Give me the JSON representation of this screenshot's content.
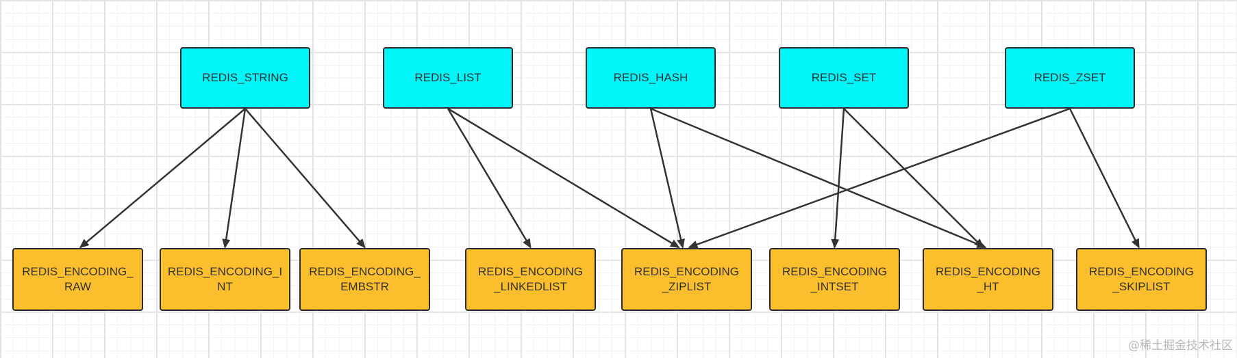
{
  "types": [
    {
      "id": "string",
      "label": "REDIS_STRING"
    },
    {
      "id": "list",
      "label": "REDIS_LIST"
    },
    {
      "id": "hash",
      "label": "REDIS_HASH"
    },
    {
      "id": "set",
      "label": "REDIS_SET"
    },
    {
      "id": "zset",
      "label": "REDIS_ZSET"
    }
  ],
  "encodings": [
    {
      "id": "raw",
      "line1": "REDIS_ENCODING_",
      "line2": "RAW"
    },
    {
      "id": "int",
      "line1": "REDIS_ENCODING_I",
      "line2": "NT"
    },
    {
      "id": "embstr",
      "line1": "REDIS_ENCODING_",
      "line2": "EMBSTR"
    },
    {
      "id": "linkedlist",
      "line1": "REDIS_ENCODING",
      "line2": "_LINKEDLIST"
    },
    {
      "id": "ziplist",
      "line1": "REDIS_ENCODING",
      "line2": "_ZIPLIST"
    },
    {
      "id": "intset",
      "line1": "REDIS_ENCODING",
      "line2": "_INTSET"
    },
    {
      "id": "ht",
      "line1": "REDIS_ENCODING",
      "line2": "_HT"
    },
    {
      "id": "skiplist",
      "line1": "REDIS_ENCODING",
      "line2": "_SKIPLIST"
    }
  ],
  "edges": [
    {
      "from": "string",
      "to": "raw"
    },
    {
      "from": "string",
      "to": "int"
    },
    {
      "from": "string",
      "to": "embstr"
    },
    {
      "from": "list",
      "to": "linkedlist"
    },
    {
      "from": "list",
      "to": "ziplist"
    },
    {
      "from": "hash",
      "to": "ziplist"
    },
    {
      "from": "hash",
      "to": "ht"
    },
    {
      "from": "set",
      "to": "intset"
    },
    {
      "from": "set",
      "to": "ht"
    },
    {
      "from": "zset",
      "to": "ziplist"
    },
    {
      "from": "zset",
      "to": "skiplist"
    }
  ],
  "colors": {
    "type_fill": "#00f6f8",
    "encoding_fill": "#fbbf2d",
    "border": "#2b2b2b",
    "edge": "#333333"
  },
  "watermark": "@稀土掘金技术社区"
}
